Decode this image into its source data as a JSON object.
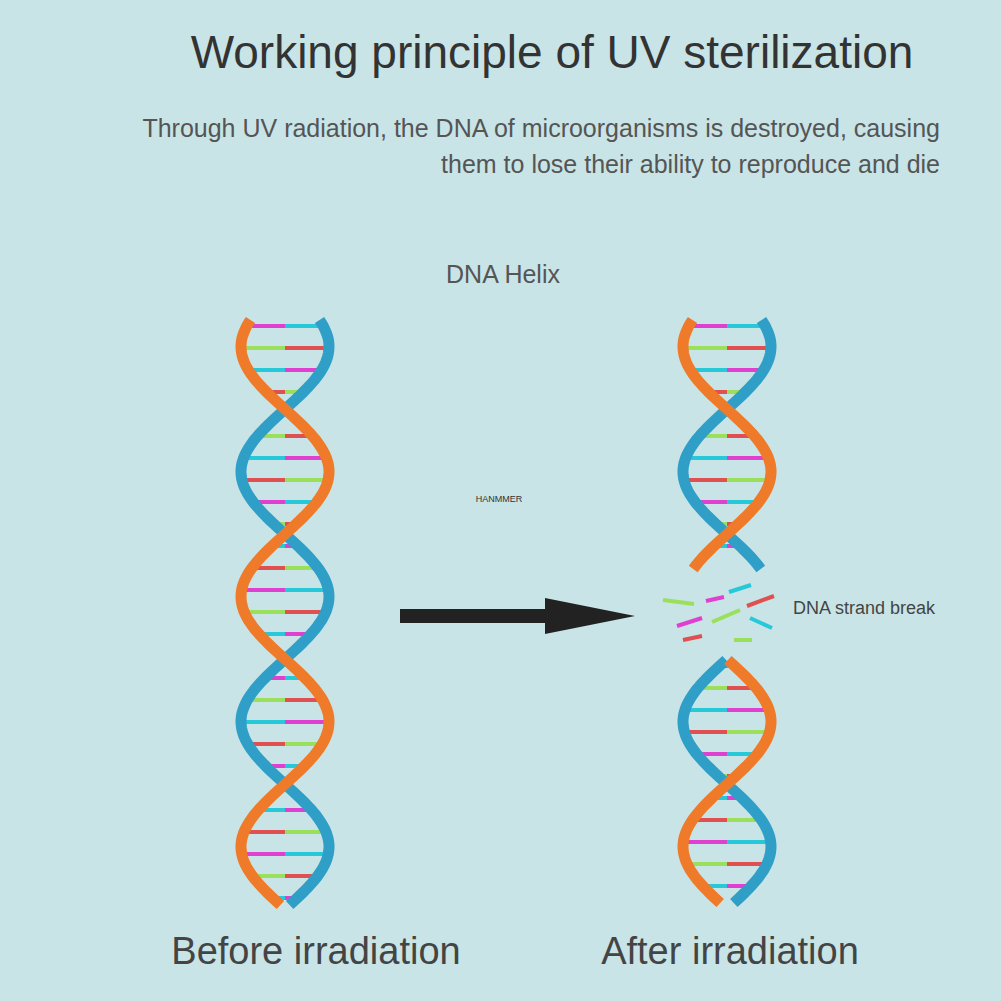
{
  "diagram": {
    "title": "Working principle of UV sterilization",
    "labels": [
      "Through UV radiation, the DNA of microorganisms is destroyed, causing them to lose their ability to reproduce and die",
      "DNA Helix",
      "HANMMER",
      "DNA strand break",
      "Before irradiation",
      "After irradiation"
    ]
  }
}
